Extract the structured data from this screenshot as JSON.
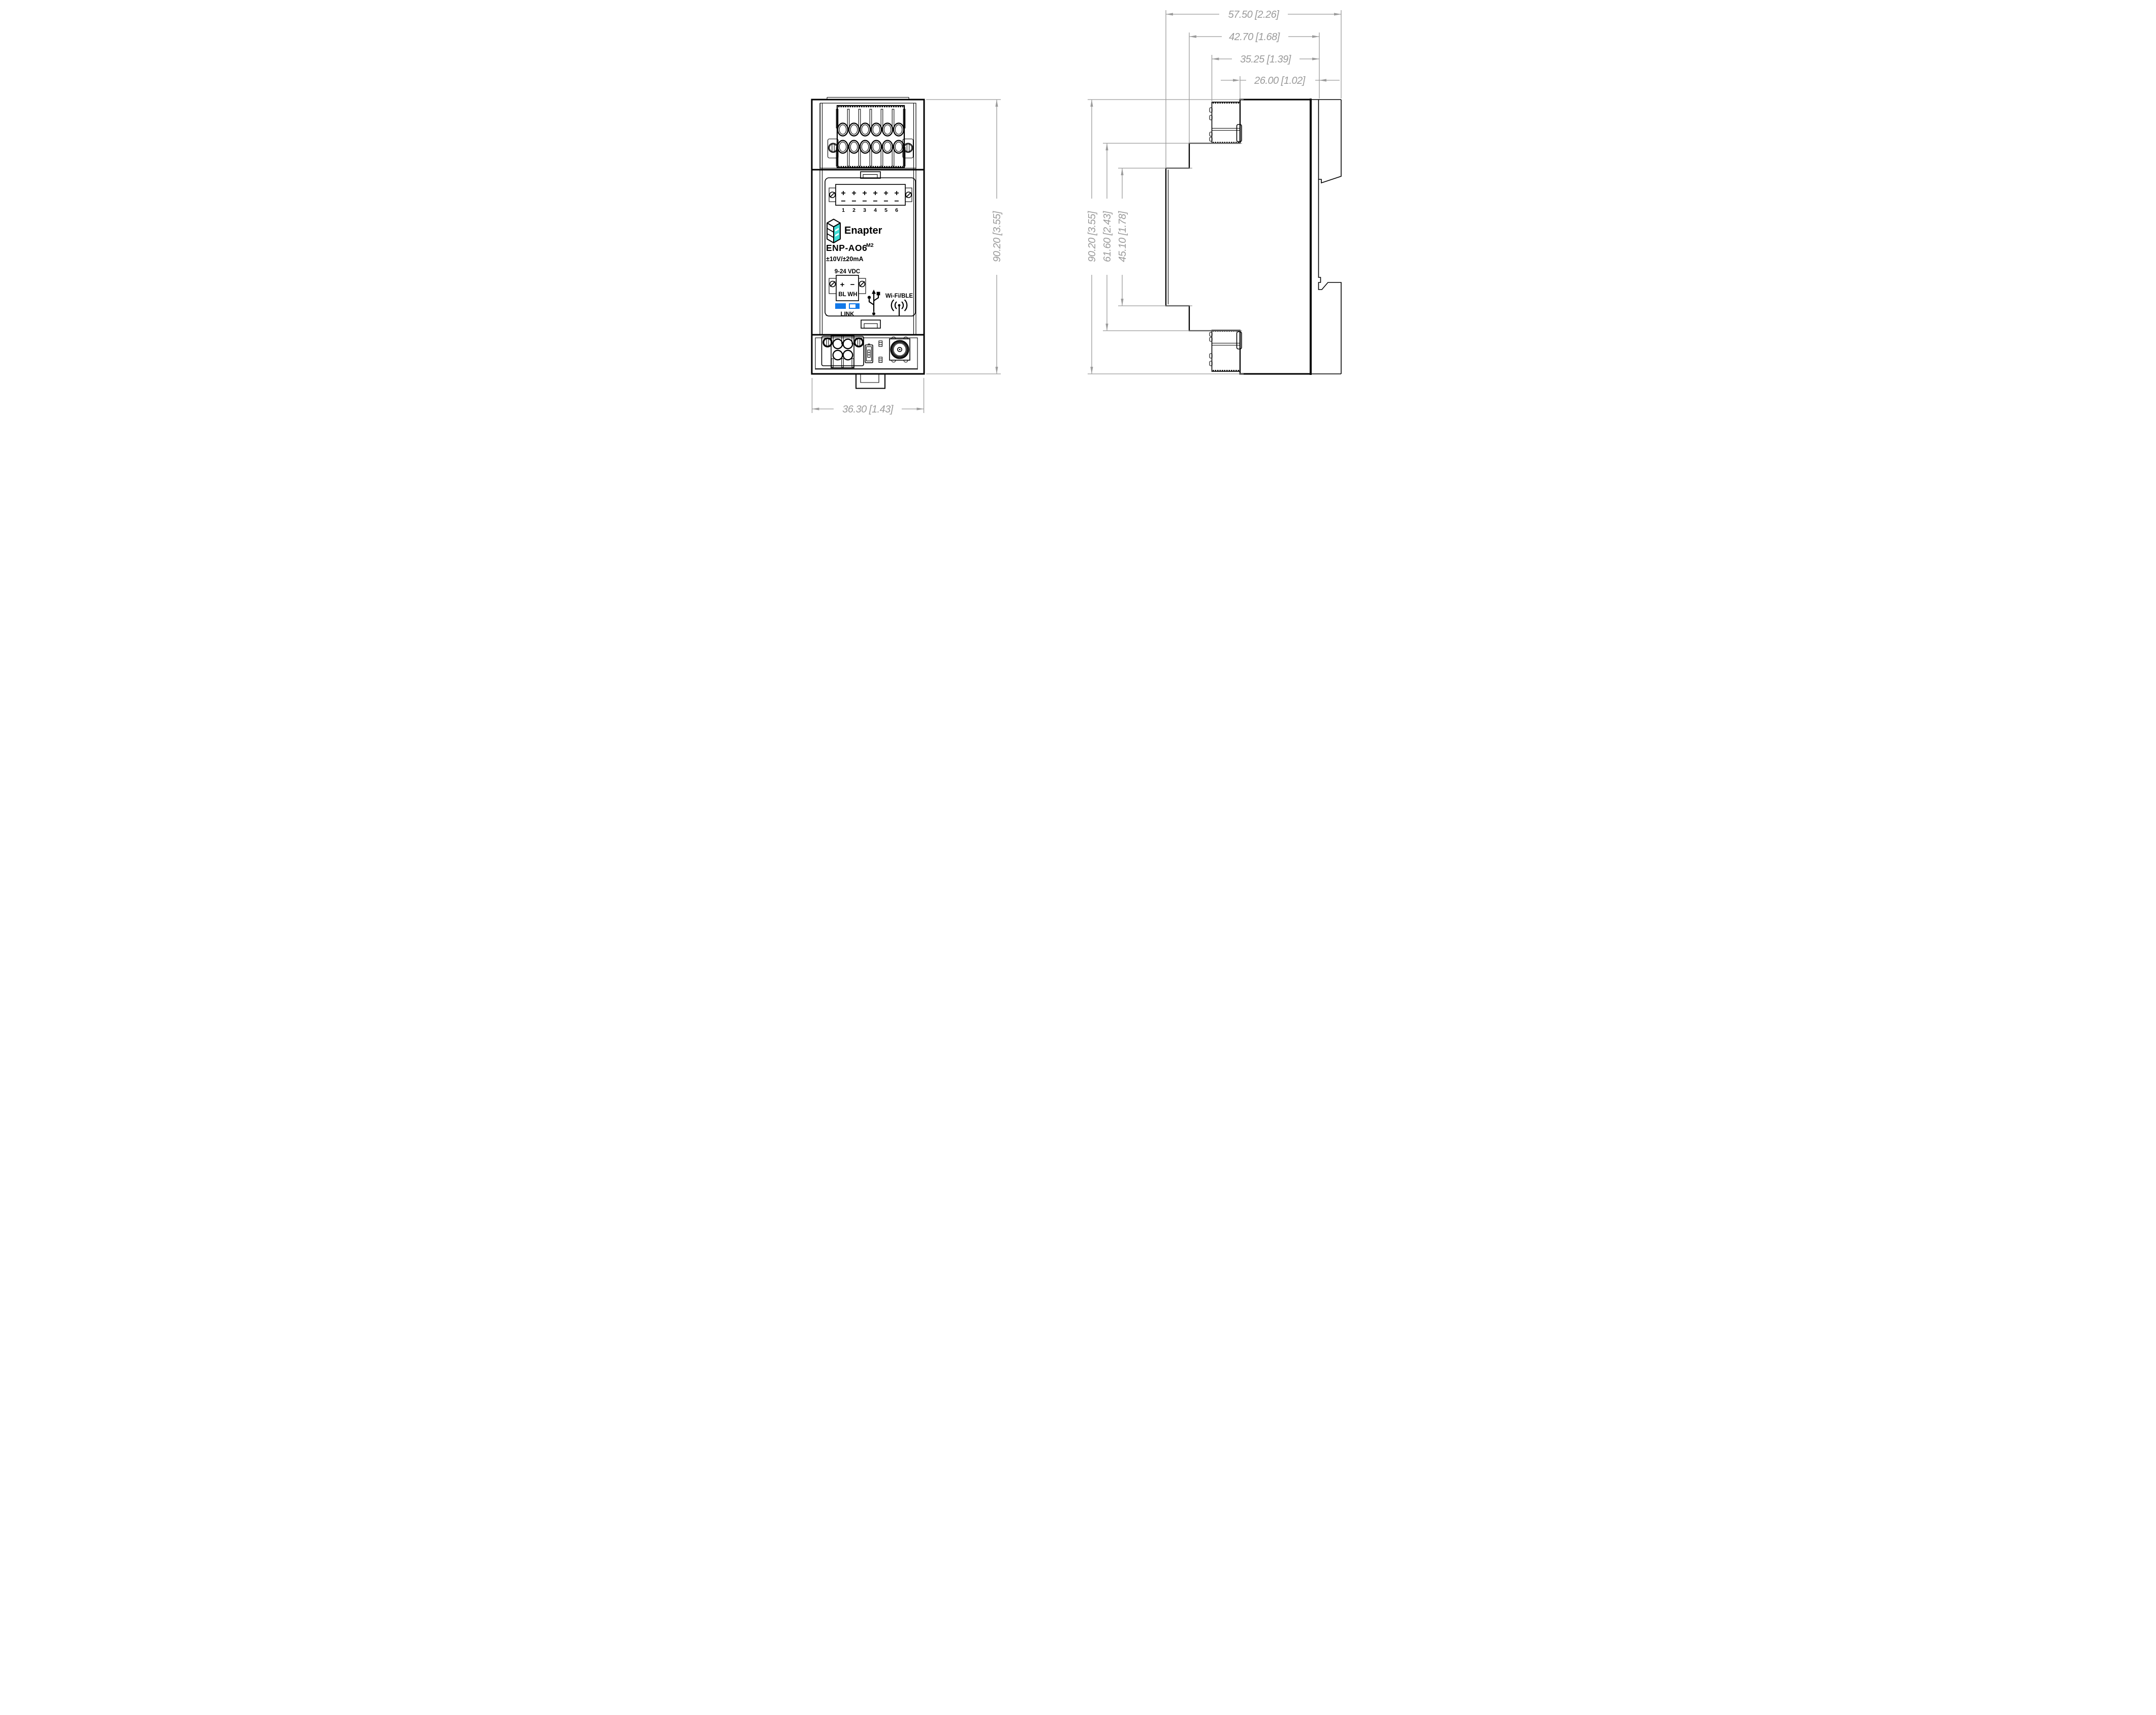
{
  "front": {
    "connector": {
      "plus": "+",
      "minus": "−",
      "terminals": [
        "1",
        "2",
        "3",
        "4",
        "5",
        "6"
      ]
    },
    "brand": "Enapter",
    "model": "ENP-AO6",
    "model_variant": "M2",
    "io_range": "±10V/±20mA",
    "power_label": "9-24 VDC",
    "power_plus": "+",
    "power_minus": "−",
    "wire_blue": "BL",
    "wire_white": "WH",
    "link_label": "LINK",
    "wireless_label": "Wi-Fi/BLE"
  },
  "dimensions": {
    "front_width": "36.30 [1.43]",
    "front_height": "90.20 [3.55]",
    "side_height": "90.20 [3.55]",
    "side_step_height": "61.60 [2.43]",
    "side_face_height": "45.10 [1.78]",
    "depth_total": "57.50 [2.26]",
    "depth_body": "42.70 [1.68]",
    "depth_terminal": "35.25 [1.39]",
    "depth_enclosure": "26.00 [1.02]"
  },
  "icons": {
    "usb": "usb-trident-icon",
    "wireless": "antenna-waves-icon",
    "screw": "slashed-circle-screw-icon",
    "logo": "enapter-cube-icon"
  },
  "colors": {
    "accent_teal": "#3EDBD5",
    "led_blue": "#1278E8",
    "dimension_gray": "#9B9B9B",
    "line_black": "#000000"
  }
}
